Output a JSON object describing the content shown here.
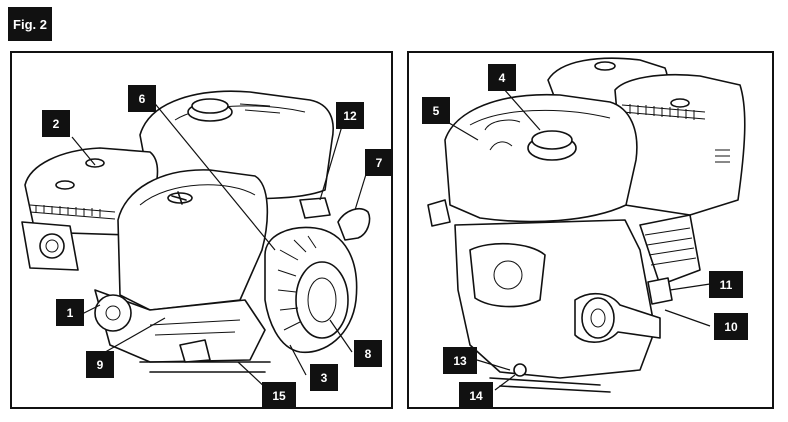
{
  "figure": {
    "label": "Fig. 2"
  },
  "callouts": {
    "c1": "1",
    "c2": "2",
    "c3": "3",
    "c4": "4",
    "c5": "5",
    "c6": "6",
    "c7": "7",
    "c8": "8",
    "c9": "9",
    "c10": "10",
    "c11": "11",
    "c12": "12",
    "c13": "13",
    "c14": "14",
    "c15": "15"
  }
}
